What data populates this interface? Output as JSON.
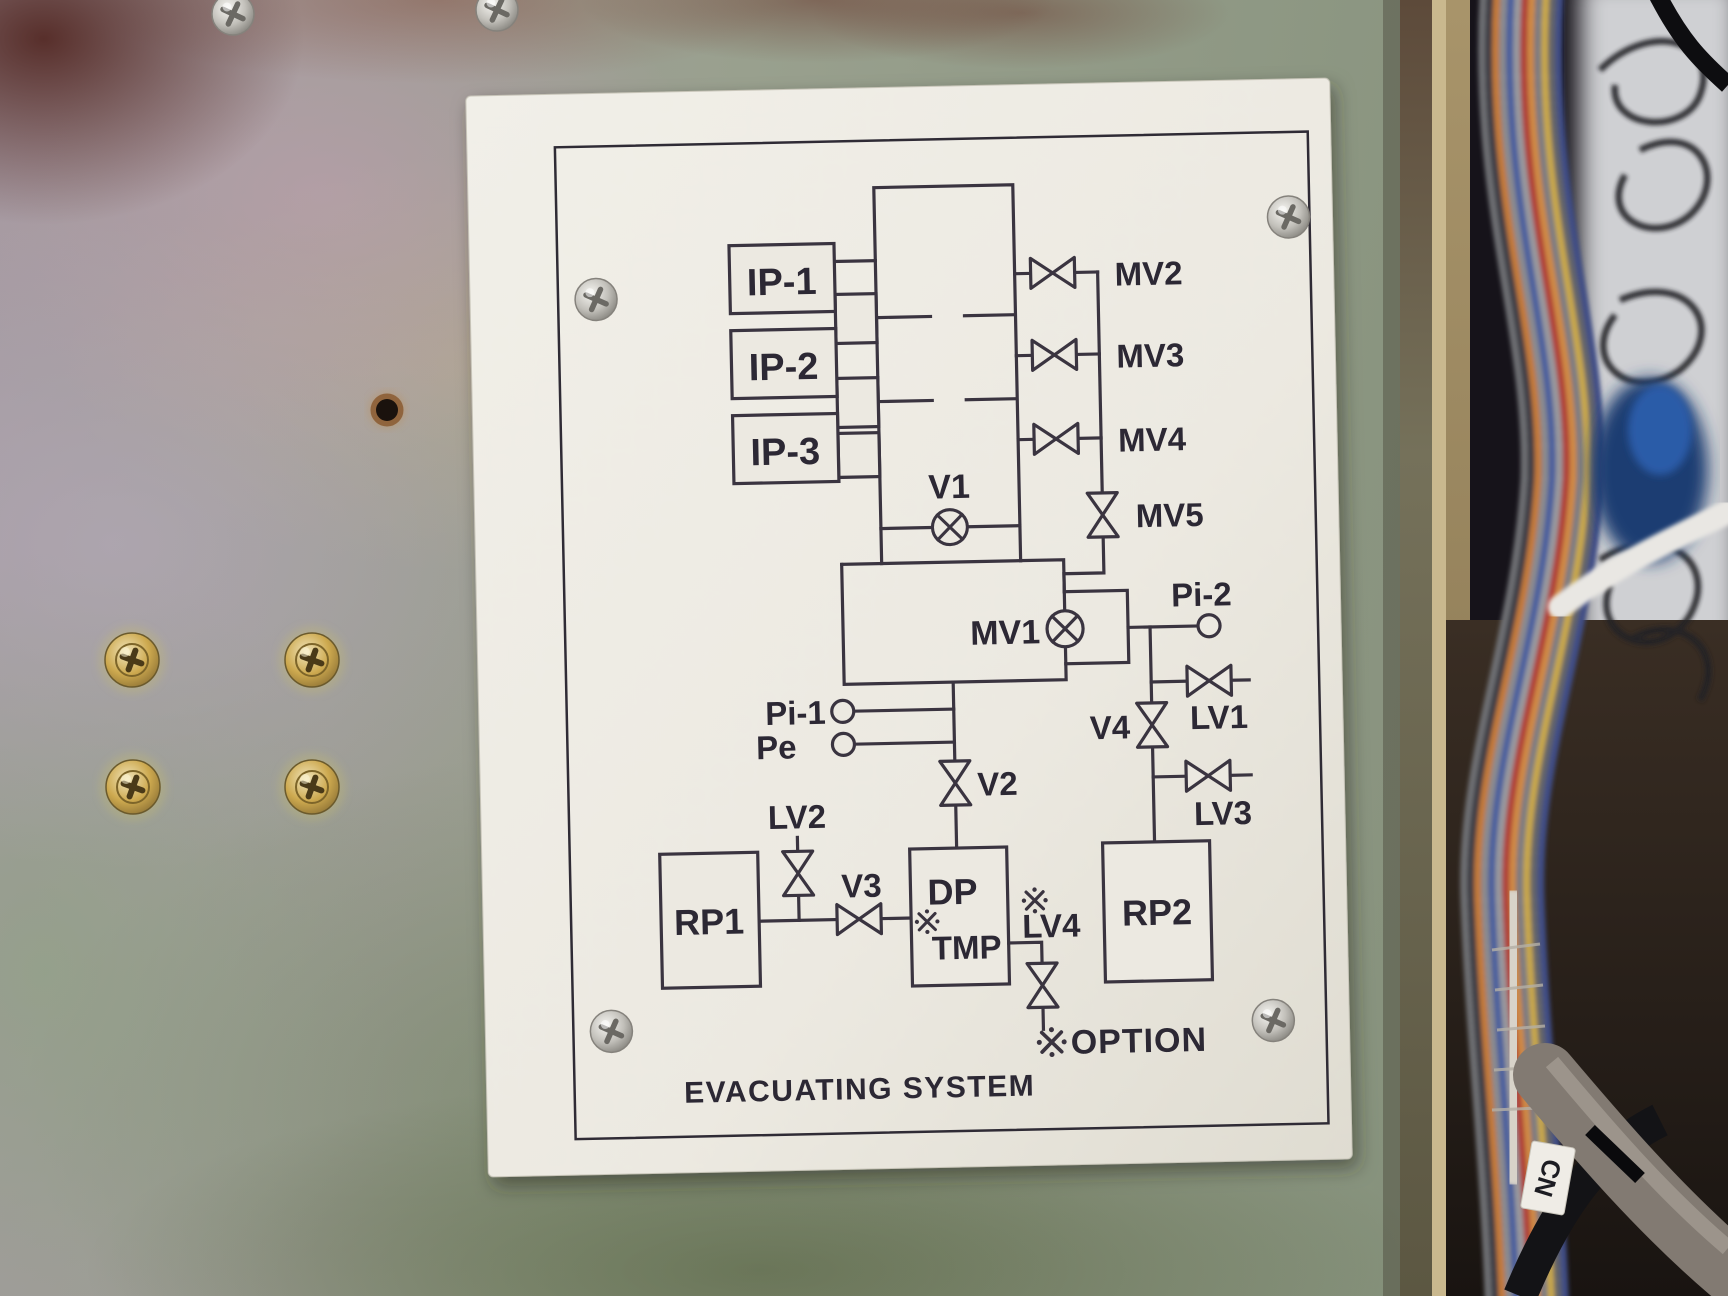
{
  "placard": {
    "title": "EVACUATING SYSTEM",
    "footnote": {
      "marker": "※",
      "label": "OPTION"
    }
  },
  "diagram": {
    "ion_pumps": [
      {
        "label": "IP-1"
      },
      {
        "label": "IP-2"
      },
      {
        "label": "IP-3"
      }
    ],
    "valves": {
      "v1": "V1",
      "v2": "V2",
      "v3": "V3",
      "v4": "V4",
      "mv1": "MV1",
      "mv2": "MV2",
      "mv3": "MV3",
      "mv4": "MV4",
      "mv5": "MV5",
      "lv1": "LV1",
      "lv2": "LV2",
      "lv3": "LV3",
      "lv4": "LV4",
      "lv4_marker": "※"
    },
    "gauges": {
      "pi1": "Pi-1",
      "pe": "Pe",
      "pi2": "Pi-2"
    },
    "pumps": {
      "rp1": "RP1",
      "rp2": "RP2",
      "dp": "DP",
      "tmp": "TMP",
      "tmp_marker": "※"
    }
  },
  "surroundings": {
    "cable_label": "CN"
  },
  "colors": {
    "placard": "#ECE9E1",
    "diagram_line": "#3A3440",
    "panel": "#96A089",
    "plywood_edge": "#C6B289"
  }
}
